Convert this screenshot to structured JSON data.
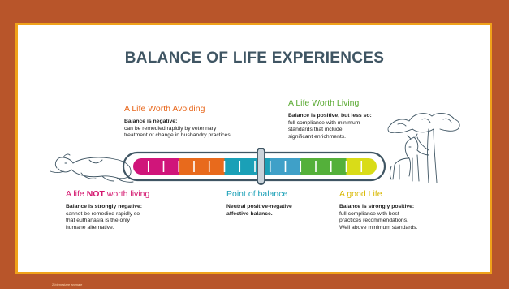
{
  "title": "BALANCE OF LIFE EXPERIENCES",
  "footer_text": "2-bienestare animale",
  "colors": {
    "background": "#b8552a",
    "card_border": "#f0a21a",
    "title": "#3f5563",
    "avoiding": "#e8671c",
    "worth_living": "#5aaa32",
    "not_worth": "#d4176f",
    "balance": "#1aa0b7",
    "good_life": "#d8b800"
  },
  "scale_colors": [
    "#d0157a",
    "#d0157a",
    "#d0157a",
    "#e86a1c",
    "#e86a1c",
    "#e86a1c",
    "#1aa0b7",
    "#1aa0b7",
    "#1aa0b7",
    "#3fa0c8",
    "#3fa0c8",
    "#54b03a",
    "#54b03a",
    "#54b03a",
    "#d9dc18",
    "#d9dc18"
  ],
  "sections": {
    "avoiding": {
      "heading": "A Life Worth Avoiding",
      "bold": "Balance is negative:",
      "lines": [
        "can be remedied rapidly by veterinary",
        "treatment or change in husbandry practices."
      ]
    },
    "worth_living": {
      "heading": "A Life Worth Living",
      "bold": "Balance is positive, but less so:",
      "lines": [
        "full compliance with minimum",
        "standards that include",
        "significant enrichments."
      ]
    },
    "not_worth": {
      "heading_pre": "A life ",
      "heading_bold": "NOT",
      "heading_post": " worth living",
      "bold": "Balance is strongly negative:",
      "lines": [
        "cannot be remedied rapidly so",
        "that euthanasia is the only",
        "humane alternative."
      ]
    },
    "balance": {
      "heading": "Point of balance",
      "bold_lines": [
        "Neutral positive-negative",
        "affective balance."
      ]
    },
    "good_life": {
      "heading": "A good Life",
      "bold": "Balance is strongly positive:",
      "lines": [
        "full compliance with best",
        "practices recommendations.",
        "Well above minimum standards."
      ]
    }
  }
}
